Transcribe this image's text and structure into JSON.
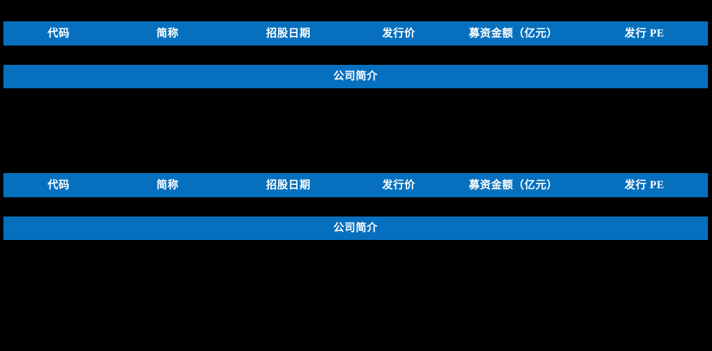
{
  "theme": {
    "background_color": "#000000",
    "bar_color": "#0670be",
    "text_color": "#ffffff"
  },
  "tables": [
    {
      "id": "table-1",
      "columns": [
        "代码",
        "简称",
        "招股日期",
        "发行价",
        "募资金额（亿元）",
        "发行 PE"
      ],
      "section_label": "公司简介",
      "rows": []
    },
    {
      "id": "table-2",
      "columns": [
        "代码",
        "简称",
        "招股日期",
        "发行价",
        "募资金额（亿元）",
        "发行 PE"
      ],
      "section_label": "公司简介",
      "rows": []
    }
  ]
}
